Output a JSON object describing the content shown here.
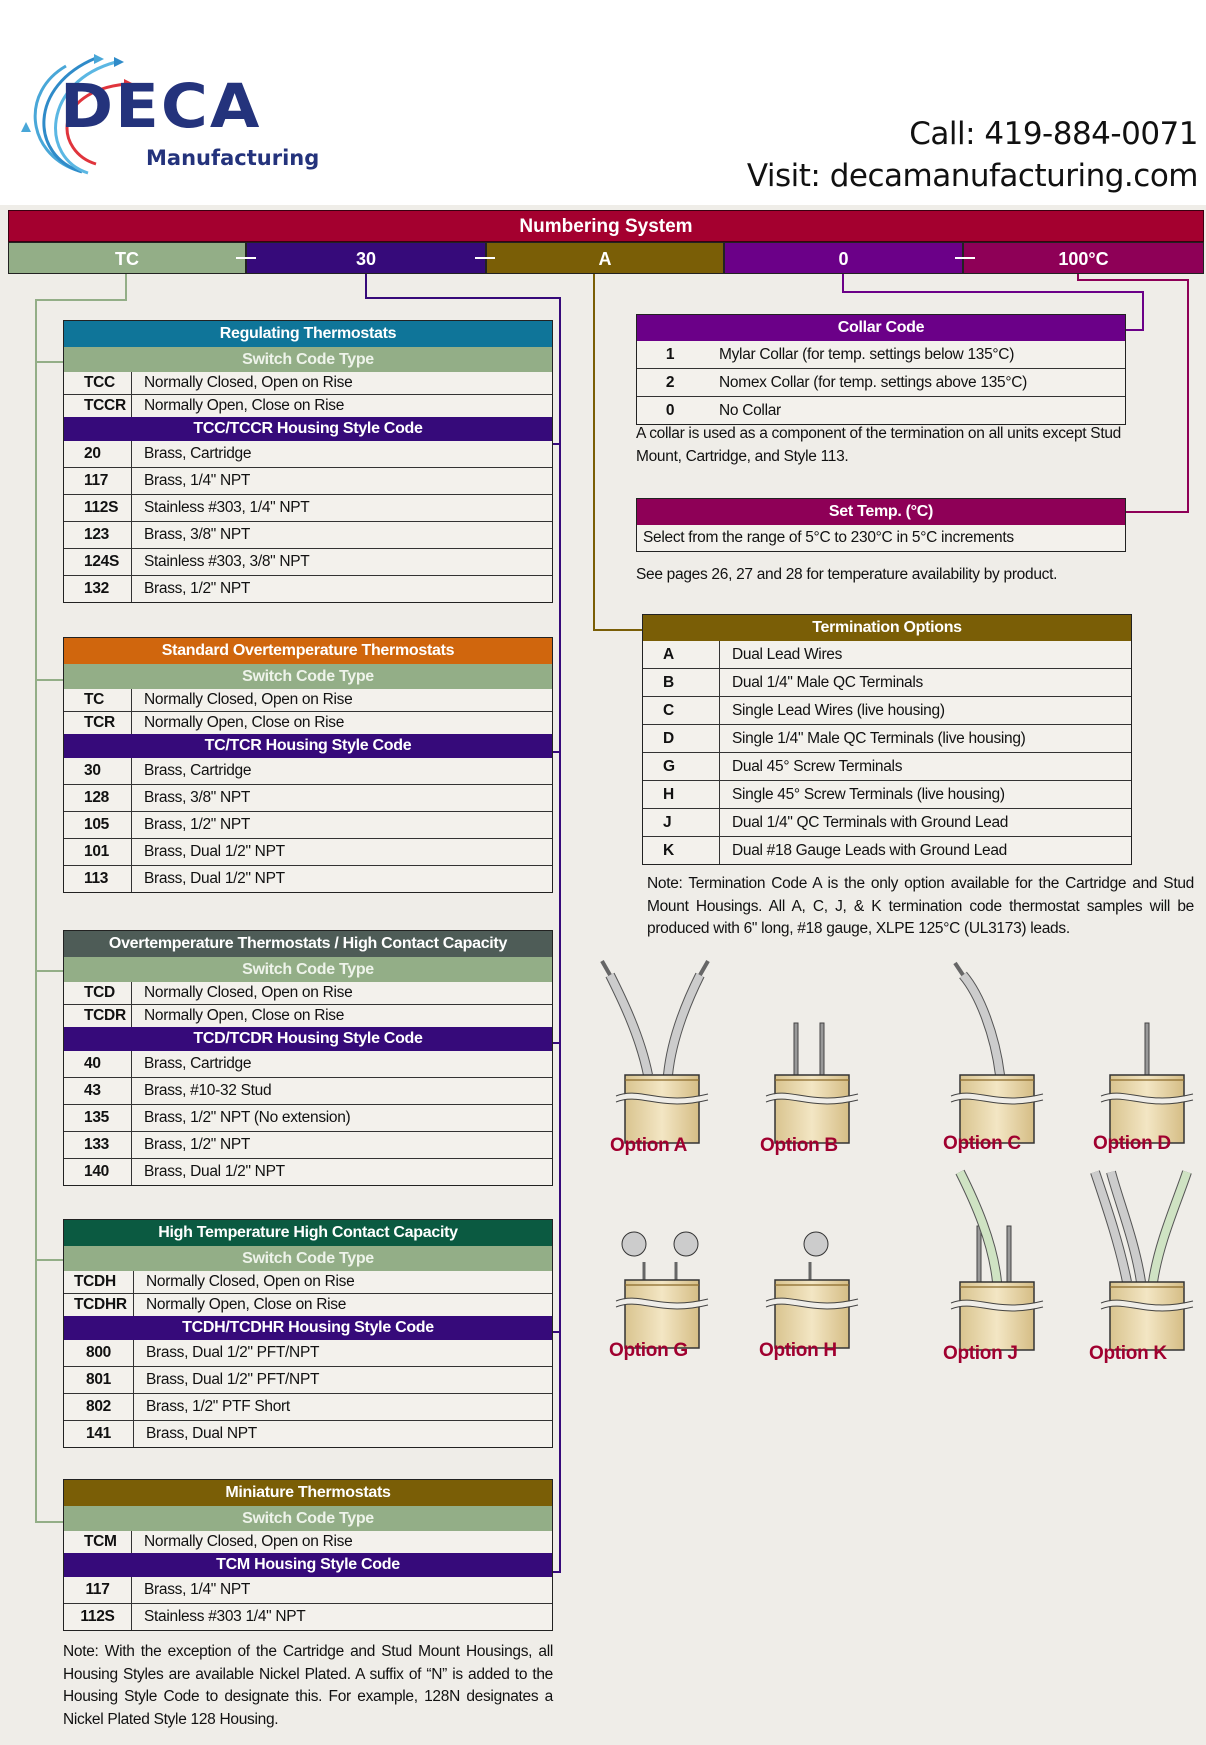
{
  "header": {
    "logo_text": "DECA",
    "logo_subtext": "Manufacturing",
    "call": "Call: 419-884-0071",
    "visit": "Visit: decamanufacturing.com"
  },
  "numbering": {
    "title": "Numbering System",
    "segments": [
      {
        "label": "TC",
        "color": "#93ae87"
      },
      {
        "label": "30",
        "color": "#360a7a"
      },
      {
        "label": "A",
        "color": "#7a5e06"
      },
      {
        "label": "0",
        "color": "#6b0088"
      },
      {
        "label": "100°C",
        "color": "#8e0057"
      }
    ]
  },
  "left_tables": [
    {
      "title": "Regulating Thermostats",
      "title_color": "#0f7599",
      "switch_header": "Switch Code Type",
      "switch_rows": [
        {
          "code": "TCC",
          "desc": "Normally Closed, Open on Rise"
        },
        {
          "code": "TCCR",
          "desc": "Normally Open, Close on Rise"
        }
      ],
      "housing_header": "TCC/TCCR Housing Style Code",
      "housing_rows": [
        {
          "code": "20",
          "desc": "Brass, Cartridge"
        },
        {
          "code": "117",
          "desc": "Brass, 1/4\" NPT"
        },
        {
          "code": "112S",
          "desc": "Stainless #303, 1/4\" NPT"
        },
        {
          "code": "123",
          "desc": "Brass, 3/8\" NPT"
        },
        {
          "code": "124S",
          "desc": "Stainless #303, 3/8\" NPT"
        },
        {
          "code": "132",
          "desc": "Brass, 1/2\" NPT"
        }
      ]
    },
    {
      "title": "Standard Overtemperature Thermostats",
      "title_color": "#d0660d",
      "switch_header": "Switch Code Type",
      "switch_rows": [
        {
          "code": "TC",
          "desc": "Normally Closed, Open on Rise"
        },
        {
          "code": "TCR",
          "desc": "Normally Open, Close on Rise"
        }
      ],
      "housing_header": "TC/TCR Housing Style Code",
      "housing_rows": [
        {
          "code": "30",
          "desc": "Brass, Cartridge"
        },
        {
          "code": "128",
          "desc": "Brass, 3/8\" NPT"
        },
        {
          "code": "105",
          "desc": "Brass, 1/2\" NPT"
        },
        {
          "code": "101",
          "desc": "Brass, Dual 1/2\" NPT"
        },
        {
          "code": "113",
          "desc": "Brass, Dual 1/2\" NPT"
        }
      ]
    },
    {
      "title": "Overtemperature Thermostats / High Contact Capacity",
      "title_color": "#4e5c57",
      "switch_header": "Switch Code Type",
      "switch_rows": [
        {
          "code": "TCD",
          "desc": "Normally Closed, Open on Rise"
        },
        {
          "code": "TCDR",
          "desc": "Normally Open, Close on Rise"
        }
      ],
      "housing_header": "TCD/TCDR Housing Style Code",
      "housing_rows": [
        {
          "code": "40",
          "desc": "Brass, Cartridge"
        },
        {
          "code": "43",
          "desc": "Brass, #10-32 Stud"
        },
        {
          "code": "135",
          "desc": "Brass, 1/2\" NPT (No extension)"
        },
        {
          "code": "133",
          "desc": "Brass, 1/2\" NPT"
        },
        {
          "code": "140",
          "desc": "Brass, Dual 1/2\" NPT"
        }
      ]
    },
    {
      "title": "High Temperature High Contact Capacity",
      "title_color": "#0b5a41",
      "switch_header": "Switch Code Type",
      "switch_rows": [
        {
          "code": "TCDH",
          "desc": "Normally Closed, Open on Rise"
        },
        {
          "code": "TCDHR",
          "desc": "Normally Open, Close on Rise"
        }
      ],
      "housing_header": "TCDH/TCDHR Housing Style Code",
      "housing_rows": [
        {
          "code": "800",
          "desc": "Brass, Dual 1/2\" PFT/NPT"
        },
        {
          "code": "801",
          "desc": "Brass, Dual 1/2\" PFT/NPT"
        },
        {
          "code": "802",
          "desc": "Brass, 1/2\" PTF Short"
        },
        {
          "code": "141",
          "desc": "Brass, Dual NPT"
        }
      ]
    },
    {
      "title": "Miniature Thermostats",
      "title_color": "#7a5e06",
      "switch_header": "Switch Code Type",
      "switch_rows": [
        {
          "code": "TCM",
          "desc": "Normally Closed, Open on Rise"
        }
      ],
      "housing_header": "TCM Housing Style Code",
      "housing_rows": [
        {
          "code": "117",
          "desc": "Brass, 1/4\" NPT"
        },
        {
          "code": "112S",
          "desc": "Stainless #303 1/4\" NPT"
        }
      ]
    }
  ],
  "left_note": "Note:   With the exception of the Cartridge and Stud Mount Housings, all Housing Styles are available Nickel Plated.  A suffix of “N” is added to the Housing Style Code to designate this.  For example, 128N designates a Nickel Plated Style 128 Housing.",
  "collar": {
    "title": "Collar Code",
    "title_color": "#6b0088",
    "rows": [
      {
        "code": "1",
        "desc": "Mylar Collar (for temp. settings below 135°C)"
      },
      {
        "code": "2",
        "desc": "Nomex Collar (for temp. settings above 135°C)"
      },
      {
        "code": "0",
        "desc": "No Collar"
      }
    ],
    "note": "A collar is used as a component of the termination on all units except Stud Mount, Cartridge, and Style 113."
  },
  "settemp": {
    "title": "Set Temp. (°C)",
    "title_color": "#8e0057",
    "text": "Select from the range of 5°C to 230°C in 5°C increments",
    "note": "See pages 26, 27 and 28 for temperature availability by product."
  },
  "termination": {
    "title": "Termination Options",
    "title_color": "#7a5e06",
    "rows": [
      {
        "code": "A",
        "desc": "Dual Lead Wires"
      },
      {
        "code": "B",
        "desc": "Dual 1/4\" Male QC Terminals"
      },
      {
        "code": "C",
        "desc": "Single Lead Wires (live housing)"
      },
      {
        "code": "D",
        "desc": "Single 1/4\" Male QC Terminals (live housing)"
      },
      {
        "code": "G",
        "desc": "Dual 45° Screw Terminals"
      },
      {
        "code": "H",
        "desc": "Single 45° Screw Terminals (live housing)"
      },
      {
        "code": "J",
        "desc": "Dual 1/4\" QC Terminals with Ground Lead"
      },
      {
        "code": "K",
        "desc": "Dual #18 Gauge Leads with Ground Lead"
      }
    ],
    "note": "Note: Termination Code A is the only option available for the Cartridge and Stud Mount Housings.  All A, C, J, & K termination code thermostat samples will be produced with 6\" long, #18 gauge, XLPE 125°C (UL3173) leads."
  },
  "options": [
    {
      "label": "Option A",
      "icon": "dual-lead-wires"
    },
    {
      "label": "Option B",
      "icon": "dual-qc-terminals"
    },
    {
      "label": "Option C",
      "icon": "single-lead-wire"
    },
    {
      "label": "Option D",
      "icon": "single-qc-terminal"
    },
    {
      "label": "Option G",
      "icon": "dual-screw-terminals"
    },
    {
      "label": "Option H",
      "icon": "single-screw-terminal"
    },
    {
      "label": "Option J",
      "icon": "qc-terminals-ground-lead"
    },
    {
      "label": "Option K",
      "icon": "leads-ground-lead"
    }
  ]
}
